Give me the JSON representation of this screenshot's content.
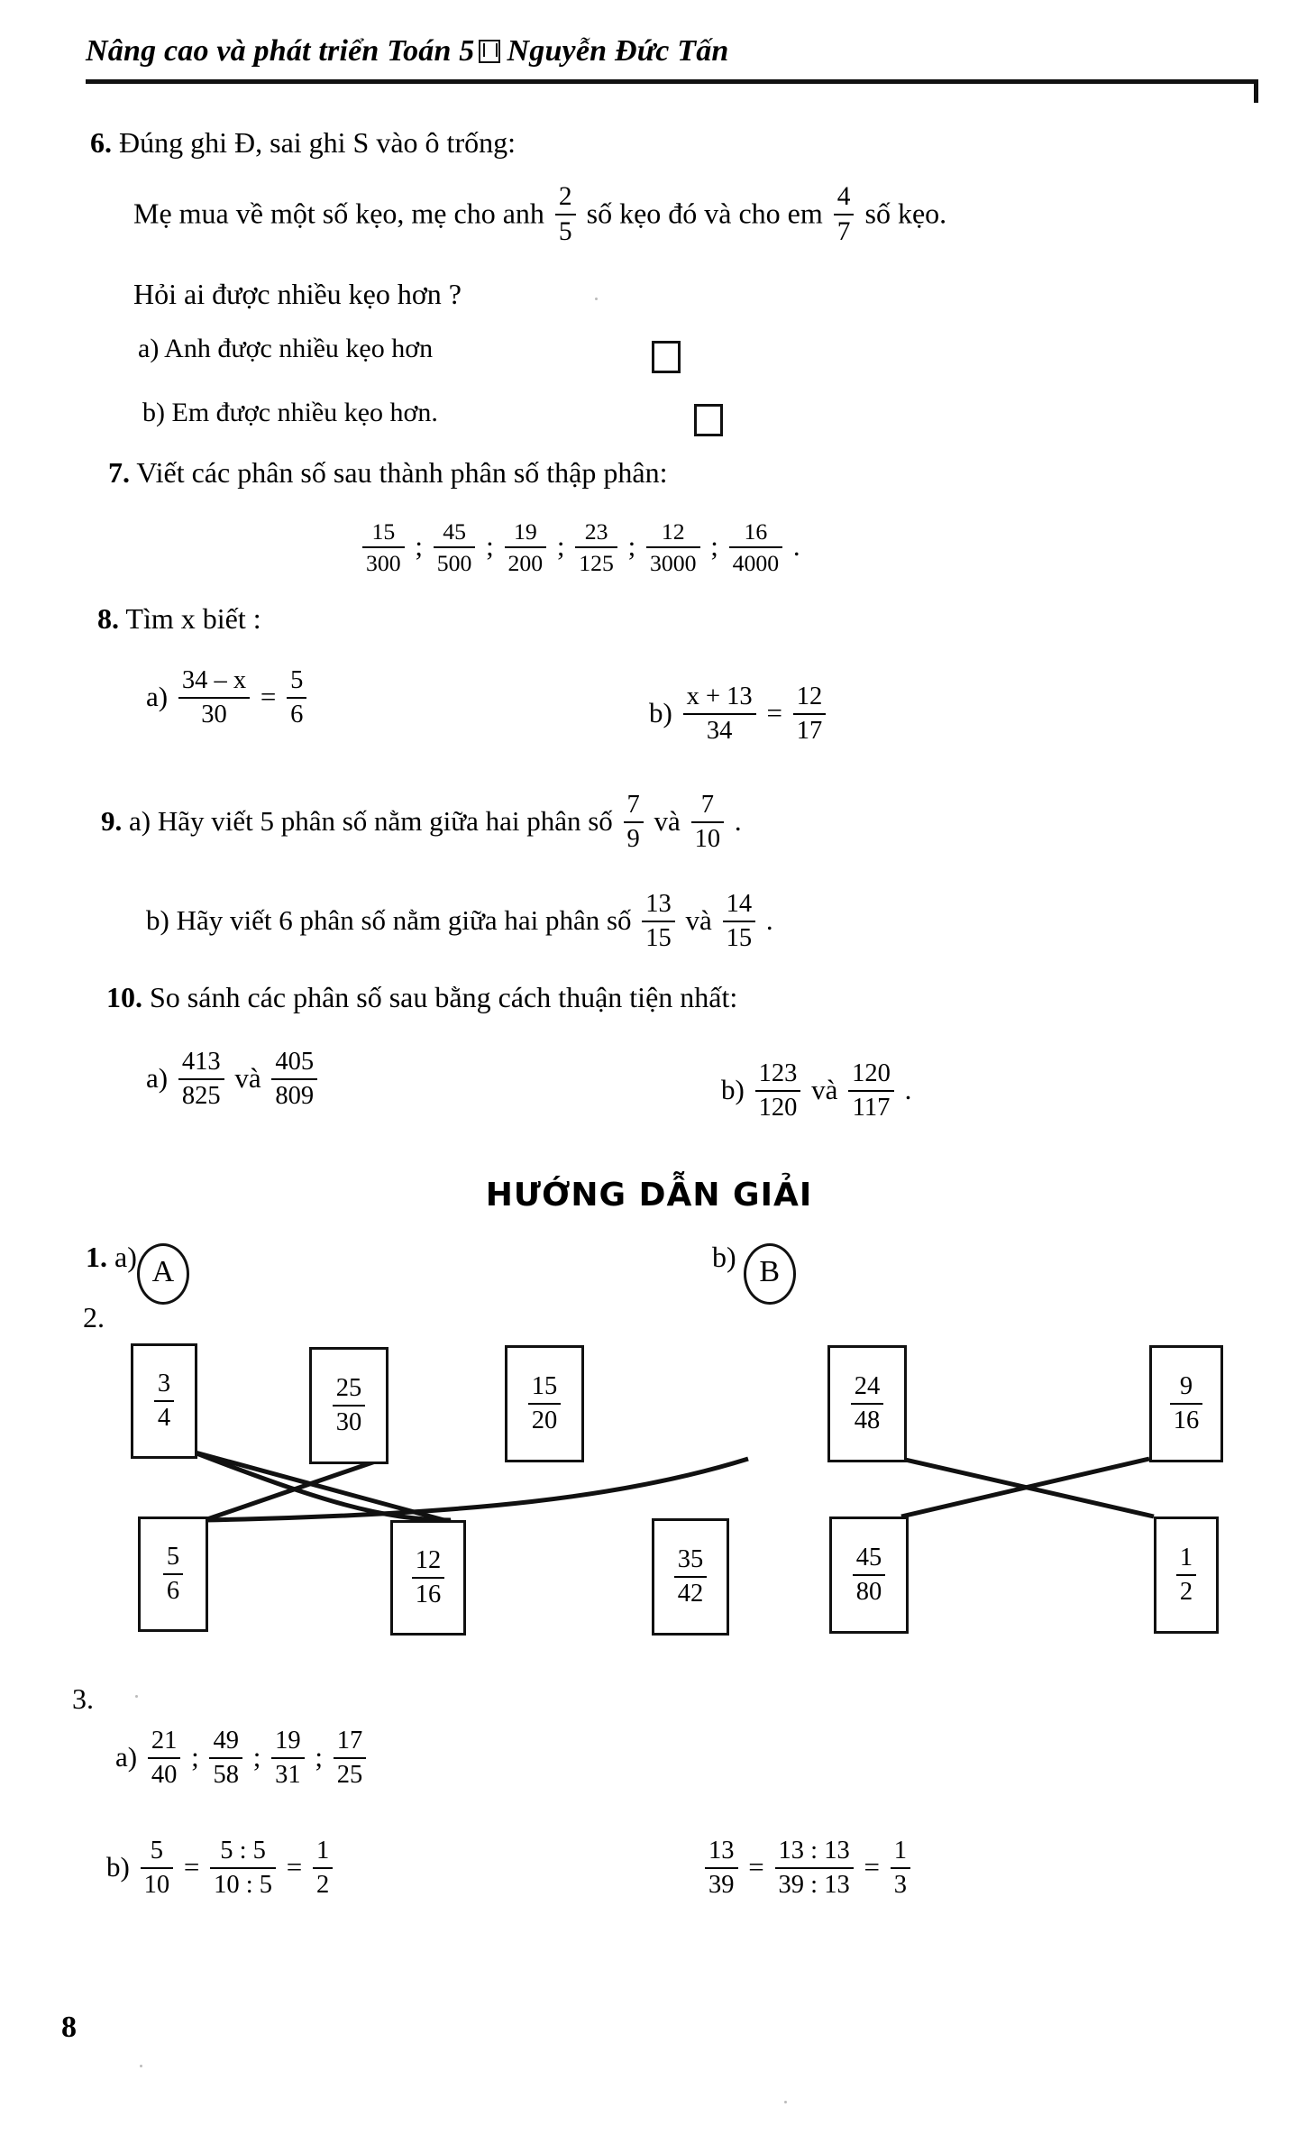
{
  "header": {
    "title_left": "Nâng cao và phát triển Toán 5",
    "separator_icon": "book-icon",
    "title_right": "Nguyễn Đức Tấn"
  },
  "page_number": "8",
  "exercises": {
    "q6": {
      "number": "6.",
      "prompt": "Đúng ghi Đ, sai ghi S vào ô trống:",
      "body_part1": "Mẹ mua về một số kẹo, mẹ cho anh",
      "frac_anh": {
        "num": "2",
        "den": "5"
      },
      "body_part2": "số kẹo đó và cho em",
      "frac_em": {
        "num": "4",
        "den": "7"
      },
      "body_part3": "số kẹo.",
      "question": "Hỏi ai được nhiều kẹo hơn ?",
      "option_a": "a) Anh được nhiều kẹo hơn",
      "option_b": "b) Em được nhiều kẹo hơn."
    },
    "q7": {
      "number": "7.",
      "prompt": "Viết các phân số sau thành phân số thập phân:",
      "fractions": [
        {
          "num": "15",
          "den": "300"
        },
        {
          "num": "45",
          "den": "500"
        },
        {
          "num": "19",
          "den": "200"
        },
        {
          "num": "23",
          "den": "125"
        },
        {
          "num": "12",
          "den": "3000"
        },
        {
          "num": "16",
          "den": "4000"
        }
      ],
      "separator": ";",
      "end_punct": "."
    },
    "q8": {
      "number": "8.",
      "prompt": "Tìm x biết :",
      "a_label": "a)",
      "a_left": {
        "num": "34 – x",
        "den": "30"
      },
      "a_eq": "=",
      "a_right": {
        "num": "5",
        "den": "6"
      },
      "b_label": "b)",
      "b_left": {
        "num": "x + 13",
        "den": "34"
      },
      "b_eq": "=",
      "b_right": {
        "num": "12",
        "den": "17"
      }
    },
    "q9": {
      "number": "9.",
      "a_text": "a) Hãy viết 5 phân số nằm giữa hai phân số",
      "a_frac1": {
        "num": "7",
        "den": "9"
      },
      "a_and": "và",
      "a_frac2": {
        "num": "7",
        "den": "10"
      },
      "a_end": ".",
      "b_text": "b) Hãy viết 6 phân số nằm giữa hai phân số",
      "b_frac1": {
        "num": "13",
        "den": "15"
      },
      "b_and": "và",
      "b_frac2": {
        "num": "14",
        "den": "15"
      },
      "b_end": "."
    },
    "q10": {
      "number": "10.",
      "prompt": "So sánh các phân số sau bằng cách thuận tiện nhất:",
      "a_label": "a)",
      "a_frac1": {
        "num": "413",
        "den": "825"
      },
      "a_and": "và",
      "a_frac2": {
        "num": "405",
        "den": "809"
      },
      "b_label": "b)",
      "b_frac1": {
        "num": "123",
        "den": "120"
      },
      "b_and": "và",
      "b_frac2": {
        "num": "120",
        "den": "117"
      },
      "b_end": "."
    }
  },
  "solutions": {
    "title": "HƯỚNG DẪN GIẢI",
    "s1": {
      "number": "1.",
      "a_label": "a)",
      "a_answer": "A",
      "b_label": "b)",
      "b_answer": "B"
    },
    "s2": {
      "number": "2.",
      "boxes_top": [
        {
          "num": "3",
          "den": "4"
        },
        {
          "num": "25",
          "den": "30"
        },
        {
          "num": "15",
          "den": "20"
        },
        {
          "num": "24",
          "den": "48"
        },
        {
          "num": "9",
          "den": "16"
        }
      ],
      "boxes_bottom": [
        {
          "num": "5",
          "den": "6"
        },
        {
          "num": "12",
          "den": "16"
        },
        {
          "num": "35",
          "den": "42"
        },
        {
          "num": "45",
          "den": "80"
        },
        {
          "num": "1",
          "den": "2"
        }
      ]
    },
    "s3": {
      "number": "3.",
      "a_label": "a)",
      "a_fracs": [
        {
          "num": "21",
          "den": "40"
        },
        {
          "num": "49",
          "den": "58"
        },
        {
          "num": "19",
          "den": "31"
        },
        {
          "num": "17",
          "den": "25"
        }
      ],
      "a_sep": ";",
      "b_label": "b)",
      "b_left": {
        "num": "5",
        "den": "10"
      },
      "b_eq1": "=",
      "b_mid": {
        "num": "5 : 5",
        "den": "10 : 5"
      },
      "b_eq2": "=",
      "b_right": {
        "num": "1",
        "den": "2"
      },
      "c_left": {
        "num": "13",
        "den": "39"
      },
      "c_eq1": "=",
      "c_mid": {
        "num": "13 : 13",
        "den": "39 : 13"
      },
      "c_eq2": "=",
      "c_right": {
        "num": "1",
        "den": "3"
      }
    }
  }
}
